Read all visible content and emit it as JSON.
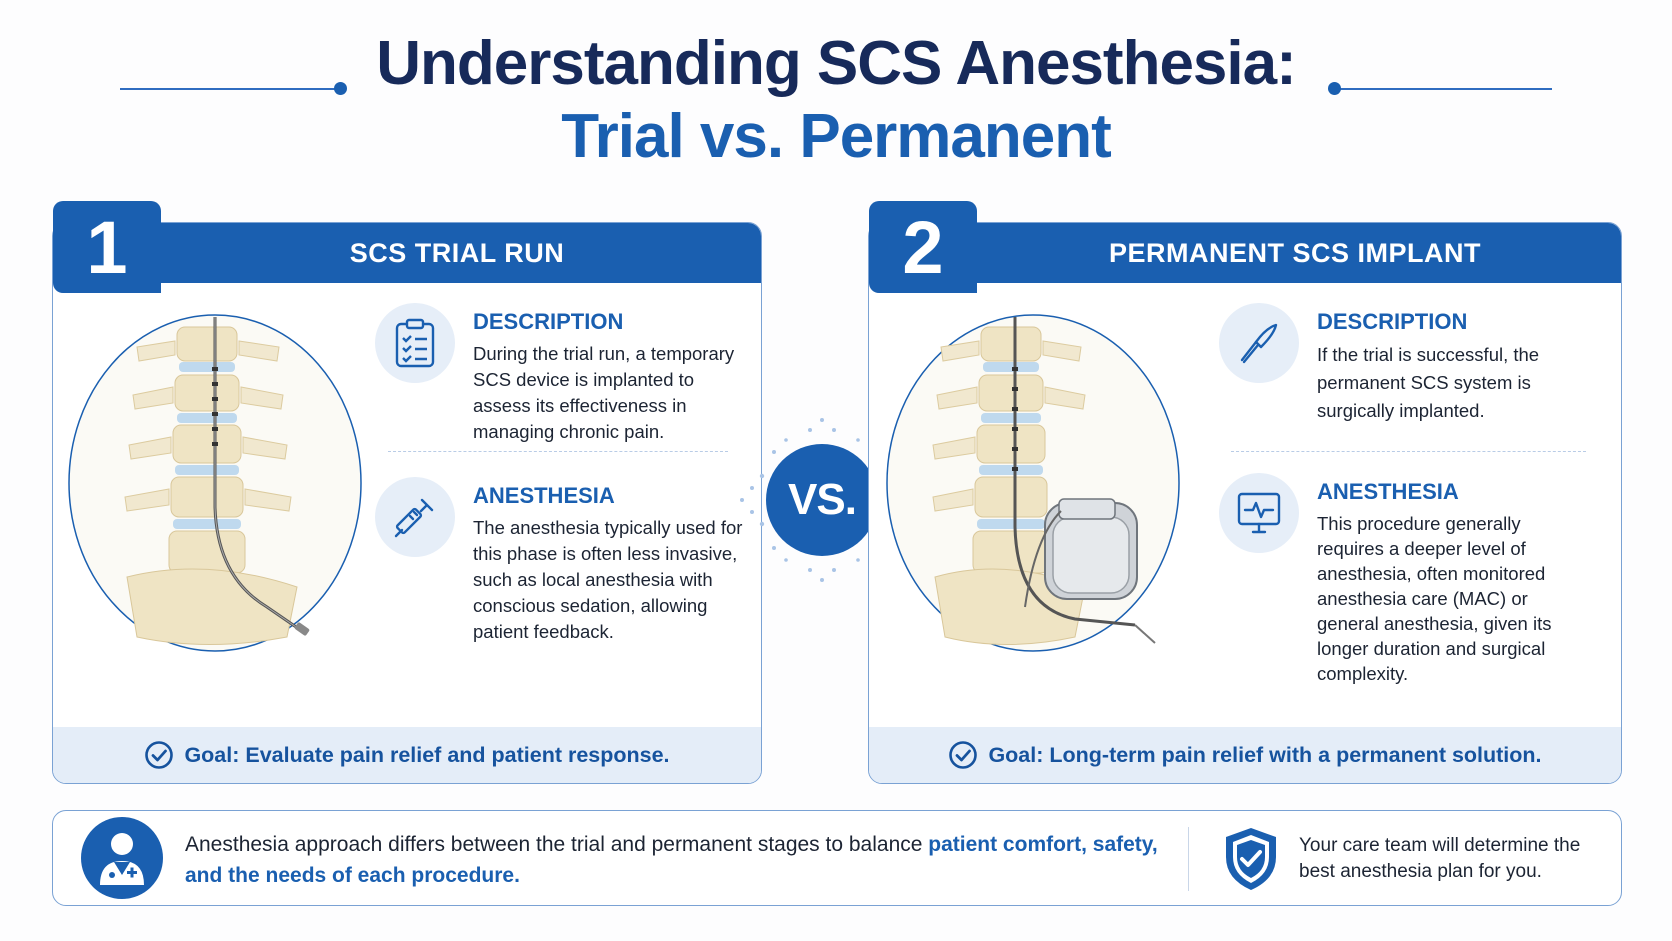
{
  "title": {
    "line1": "Understanding SCS Anesthesia:",
    "line2": "Trial vs. Permanent"
  },
  "vs_label": "VS.",
  "panels": [
    {
      "number": "1",
      "heading": "SCS TRIAL RUN",
      "description": {
        "title": "DESCRIPTION",
        "text": "During the trial run, a temporary SCS device is implanted to assess its effectiveness in managing chronic pain.",
        "icon": "clipboard-icon"
      },
      "anesthesia": {
        "title": "ANESTHESIA",
        "text": "The anesthesia typically used for this phase is often less invasive, such as local anesthesia with conscious sedation, allowing patient feedback.",
        "icon": "syringe-icon"
      },
      "goal": "Goal: Evaluate pain relief and patient response."
    },
    {
      "number": "2",
      "heading": "PERMANENT SCS IMPLANT",
      "description": {
        "title": "DESCRIPTION",
        "text": "If the trial is successful, the permanent SCS system is surgically implanted.",
        "icon": "scalpel-icon"
      },
      "anesthesia": {
        "title": "ANESTHESIA",
        "text": "This procedure generally requires a deeper level of anesthesia, often monitored anesthesia care (MAC) or general anesthesia, given its longer duration and surgical complexity.",
        "icon": "monitor-icon"
      },
      "goal": "Goal: Long-term pain relief with a permanent solution."
    }
  ],
  "footer": {
    "text_plain": "Anesthesia approach differs between the trial and permanent stages to balance ",
    "text_highlight": "patient comfort, safety, and the needs of each procedure.",
    "right_text": "Your care team will determine the best anesthesia plan for you."
  },
  "colors": {
    "primary": "#1a5fb0",
    "navy": "#172a5a",
    "light": "#e4edf8"
  }
}
